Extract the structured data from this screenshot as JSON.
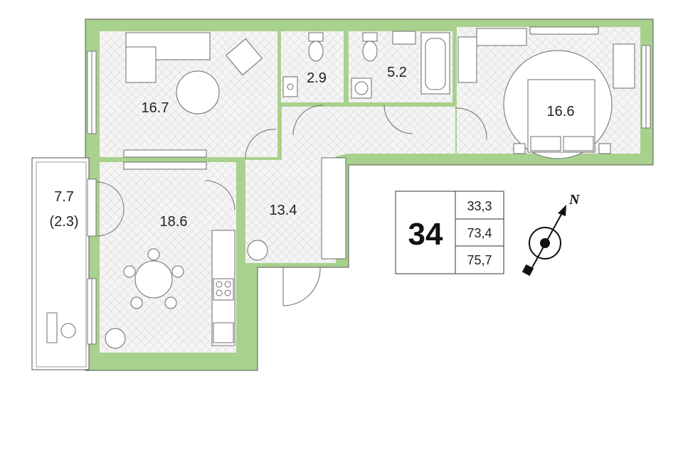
{
  "colors": {
    "wall": "#a9d18e",
    "floor": "#f4f4f4",
    "outline": "#333333"
  },
  "rooms": {
    "living": {
      "area": "16.7"
    },
    "bath_small": {
      "area": "2.9"
    },
    "bath_large": {
      "area": "5.2"
    },
    "bedroom": {
      "area": "16.6"
    },
    "kitchen": {
      "area": "18.6"
    },
    "hall": {
      "area": "13.4"
    },
    "balcony": {
      "area": "7.7",
      "area_reduced": "(2.3)"
    }
  },
  "info": {
    "apartment_number": "34",
    "areas": [
      "33,3",
      "73,4",
      "75,7"
    ]
  },
  "compass": {
    "label": "N",
    "icon": "compass-north-icon"
  }
}
